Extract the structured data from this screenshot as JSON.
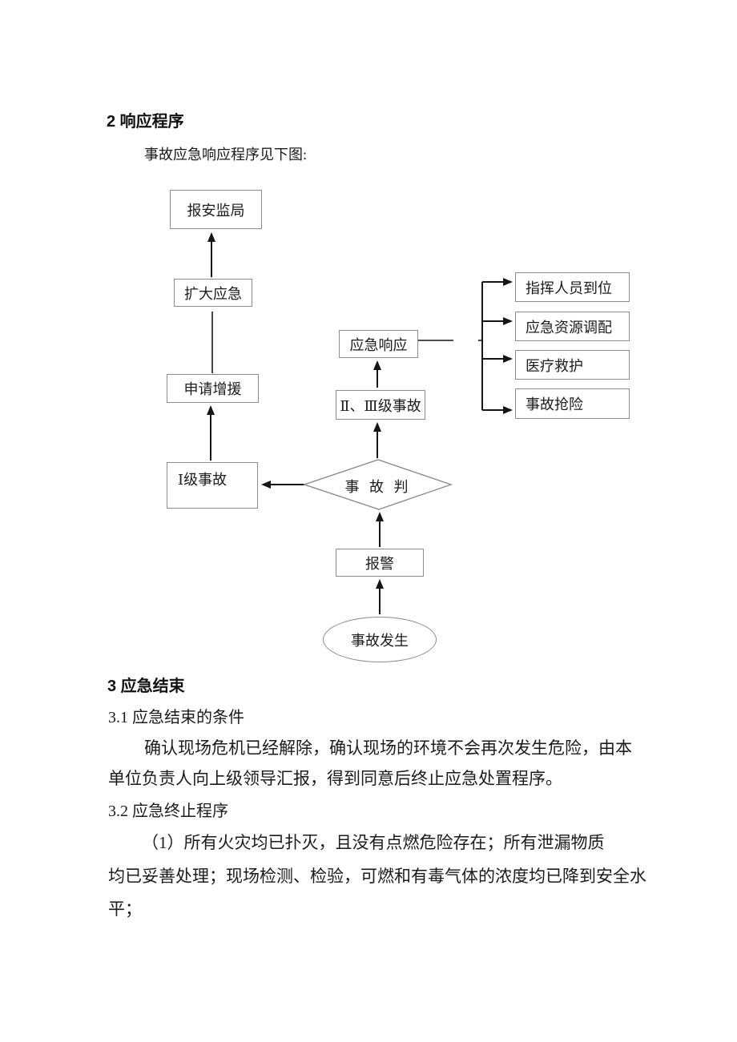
{
  "document": {
    "section2": {
      "heading": "2 响应程序",
      "intro": "事故应急响应程序见下图:"
    },
    "flowchart": {
      "nodes": {
        "report_bureau": "报安监局",
        "expand_emergency": "扩大应急",
        "request_reinforcement": "申请增援",
        "level1_accident": "Ⅰ级事故",
        "accident_judge": "事 故 判",
        "level23_accident": "Ⅱ、Ⅲ级事故",
        "emergency_response": "应急响应",
        "alarm": "报警",
        "accident_occurs": "事故发生",
        "command_in_place": "指挥人员到位",
        "resource_allocation": "应急资源调配",
        "medical_rescue": "医疗救护",
        "accident_rescue": "事故抢险"
      }
    },
    "section3": {
      "heading": "3 应急结束",
      "sub_3_1": {
        "title": "3.1 应急结束的条件",
        "lines": [
          "确认现场危机已经解除，确认现场的环境不会再次发生危险，由本",
          "单位负责人向上级领导汇报，得到同意后终止应急处置程序。"
        ]
      },
      "sub_3_2": {
        "title": "3.2 应急终止程序",
        "lines": [
          "（1）所有火灾均已扑灭，且没有点燃危险存在；所有泄漏物质",
          "均已妥善处理；现场检测、检验，可燃和有毒气体的浓度均已降到安全水",
          "平；"
        ]
      }
    }
  }
}
